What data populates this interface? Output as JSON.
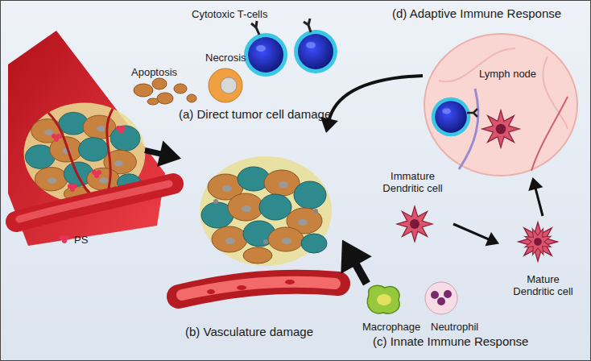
{
  "diagram": {
    "nodes": [
      {
        "text": [
          "PS"
        ]
      },
      {
        "text": [
          "(b) Vasculature damage"
        ]
      },
      {
        "text": [
          "Lymph node"
        ]
      },
      {
        "text": [
          "Immature Dendritic cell"
        ]
      },
      {
        "text": [
          "Mature Dendritic cell"
        ]
      },
      {
        "text": [
          "Macrophage",
          "Neutrophil",
          "(c) Innate Immune Response"
        ]
      }
    ],
    "edges": [
      {
        "from": 0,
        "to": 1,
        "arrow": "to"
      },
      {
        "from": 2,
        "to": 1,
        "arrow": "to"
      },
      {
        "from": 5,
        "to": 1,
        "arrow": "to"
      },
      {
        "from": 3,
        "to": 4,
        "arrow": "to"
      },
      {
        "from": 4,
        "to": 2,
        "arrow": "to"
      }
    ],
    "labels": [
      "Apoptosis",
      "Necrosis",
      "(a) Direct tumor cell damage",
      "Cytotoxic T-cells",
      "(d) Adaptive Immune Response"
    ]
  }
}
